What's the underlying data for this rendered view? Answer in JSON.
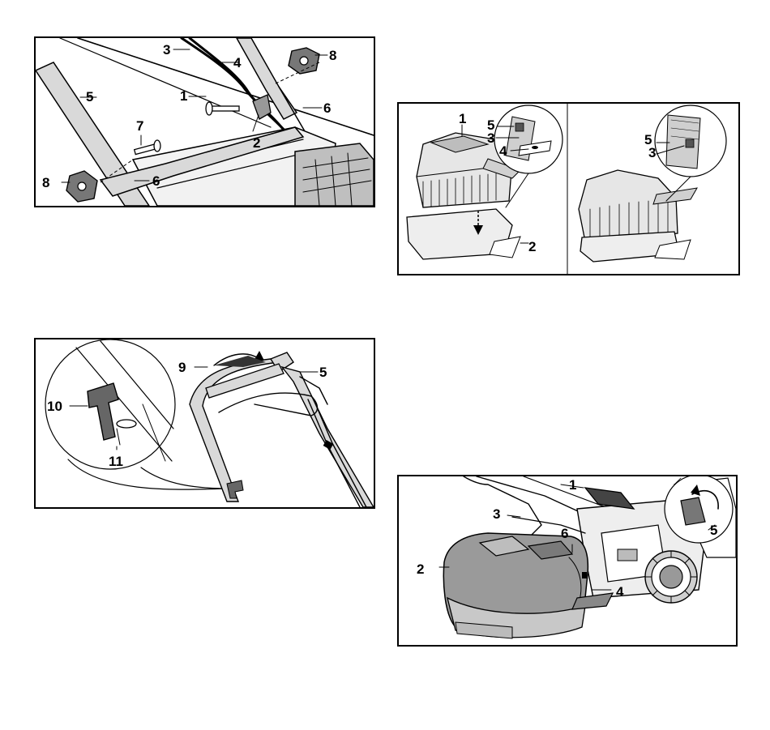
{
  "figures": [
    {
      "id": "fig-a",
      "callouts": [
        "1",
        "2",
        "3",
        "4",
        "5",
        "6",
        "6",
        "7",
        "8",
        "8"
      ]
    },
    {
      "id": "fig-b",
      "callouts": [
        "1",
        "2",
        "3",
        "4",
        "5",
        "5",
        "3"
      ]
    },
    {
      "id": "fig-c",
      "callouts": [
        "9",
        "5",
        "10",
        "11"
      ]
    },
    {
      "id": "fig-d",
      "callouts": [
        "1",
        "2",
        "3",
        "4",
        "5",
        "6"
      ]
    }
  ]
}
